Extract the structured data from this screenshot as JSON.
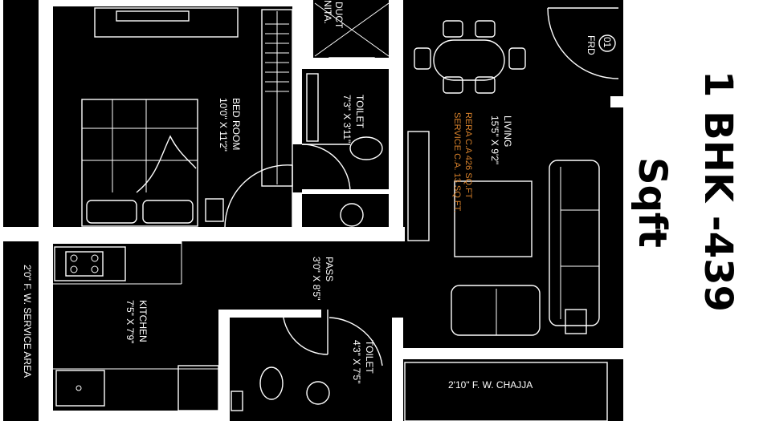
{
  "banner": {
    "title": "1 BHK -439",
    "unit": "Sqft"
  },
  "rooms": {
    "bedroom": {
      "name": "BED ROOM",
      "size": "10'0\" X 11'2\""
    },
    "toilet_top": {
      "name": "TOILET",
      "size": "7'3\" X 3'11\""
    },
    "living": {
      "name": "LIVING",
      "size": "15'5\" X 9'2\""
    },
    "pass": {
      "name": "PASS",
      "size": "3'0\" X 8'5\""
    },
    "kitchen": {
      "name": "KITCHEN",
      "size": "7'5\" X 7'9\""
    },
    "toilet_bottom": {
      "name": "TOILET",
      "size": "4'3\" X 7'5\""
    },
    "service": {
      "name": "2'0\" F. W. SERVICE AREA"
    },
    "chajja": {
      "name": "2'10\"  F. W. CHAJJA"
    },
    "duct": {
      "line1": "DUCT",
      "line2": "NITA."
    }
  },
  "area_notes": {
    "rera": "RERA C.A 426 SQ.FT",
    "service": "SERVICE C.A. 13 SQ.FT."
  },
  "entrance": {
    "number": "01",
    "label": "FRD"
  }
}
